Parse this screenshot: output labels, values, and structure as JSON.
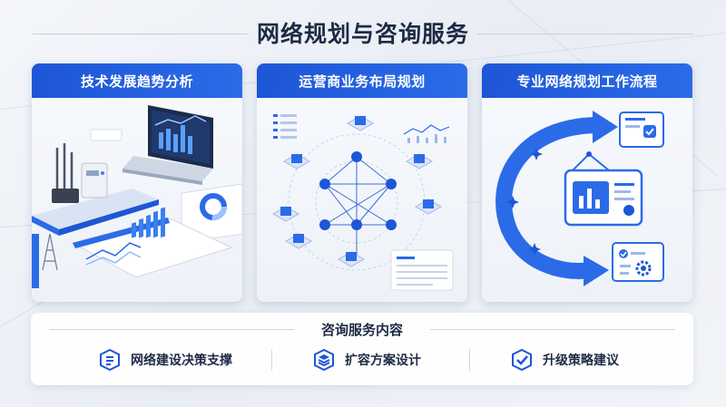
{
  "page": {
    "title": "网络规划与咨询服务",
    "accent_color": "#1d56d6"
  },
  "cards": [
    {
      "title": "技术发展趋势分析",
      "illustration": "laptop-dashboard-router-antenna"
    },
    {
      "title": "运营商业务布局规划",
      "illustration": "network-topology-map"
    },
    {
      "title": "专业网络规划工作流程",
      "illustration": "circular-workflow-arrows"
    }
  ],
  "services": {
    "title": "咨询服务内容",
    "items": [
      {
        "label": "网络建设决策支撑",
        "icon": "document-list-icon"
      },
      {
        "label": "扩容方案设计",
        "icon": "layers-box-icon"
      },
      {
        "label": "升级策略建议",
        "icon": "shield-check-icon"
      }
    ]
  }
}
